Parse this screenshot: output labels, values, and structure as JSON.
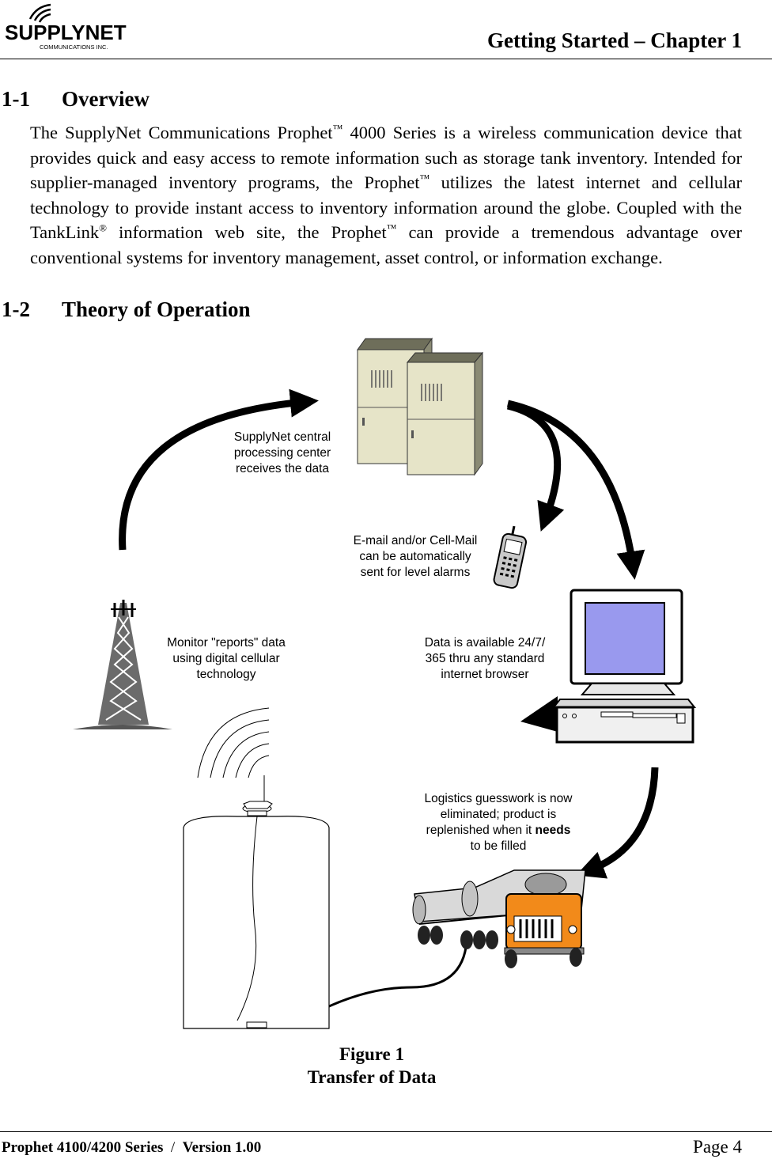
{
  "header": {
    "logo_word": "SUPPLYNET",
    "logo_sub": "COMMUNICATIONS  INC.",
    "chapter_title": "Getting Started – Chapter 1"
  },
  "section1": {
    "number": "1-1",
    "title": "Overview",
    "paragraph": {
      "p1": "The SupplyNet Communications Prophet",
      "tm": "™",
      "p2": " 4000 Series is a wireless communication device that provides quick and easy access to remote information such as storage tank inventory.  Intended for supplier-managed inventory programs, the Prophet",
      "p3": " utilizes the latest internet and cellular technology to provide instant access to inventory information around the globe.  Coupled with the TankLink",
      "reg": "®",
      "p4": " information web site, the Prophet",
      "p5": " can provide a tremendous advantage over conventional systems for inventory management, asset control, or information exchange."
    }
  },
  "section2": {
    "number": "1-2",
    "title": "Theory of Operation"
  },
  "diagram": {
    "processing_center": [
      "SupplyNet central",
      "processing center",
      "receives the data"
    ],
    "alarms": [
      "E-mail and/or Cell-Mail",
      "can be automatically",
      "sent for level alarms"
    ],
    "monitor": [
      "Monitor \"reports\" data",
      "using digital cellular",
      "technology"
    ],
    "browser": [
      "Data is available 24/7/",
      "365 thru any standard",
      "internet browser"
    ],
    "logistics": {
      "line1": "Logistics guesswork is now",
      "line2": "eliminated; product is",
      "line3_pre": "replenished when it ",
      "line3_bold": "needs",
      "line4": "to be filled"
    }
  },
  "figure": {
    "number": "Figure 1",
    "title": "Transfer of Data"
  },
  "footer": {
    "product": "Prophet 4100/4200 Series",
    "separator": "/",
    "version": "Version 1.00",
    "page": "Page 4"
  }
}
